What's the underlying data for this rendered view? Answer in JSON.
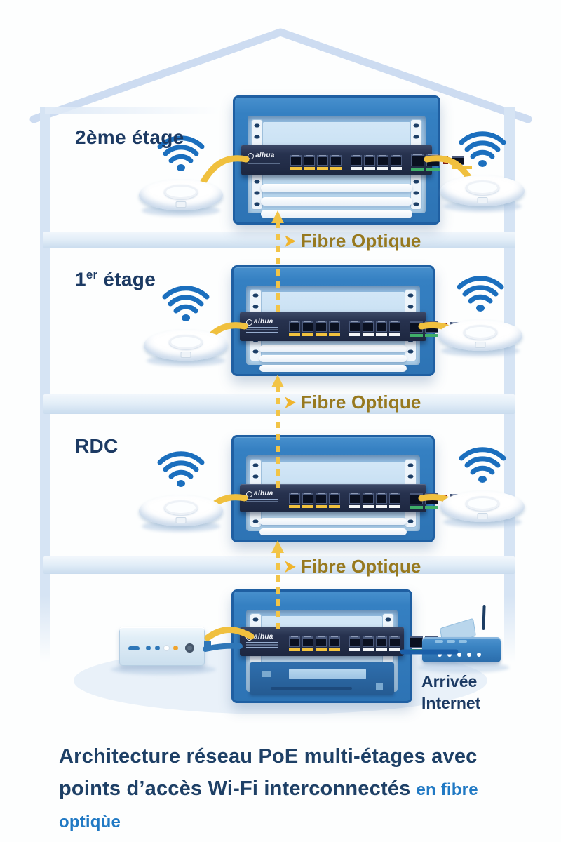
{
  "floors": [
    {
      "id": "floor-2",
      "label": "2ème étage"
    },
    {
      "id": "floor-1",
      "label_num": "1",
      "label_sup": "er",
      "label_rest": " étage"
    },
    {
      "id": "rdc",
      "label": "RDC"
    }
  ],
  "fibre": {
    "label": "Fibre Optique"
  },
  "internet": {
    "label": "Arrivée Internet"
  },
  "switch": {
    "brand": "alhua"
  },
  "caption": {
    "line1": "Architecture réseau PoE multi-étages avec",
    "line2_main": "points d’accès Wi-Fi interconnectés",
    "line2_accent": "en fibre optiqùe"
  },
  "icons": {
    "fibre_arrow": "➤"
  },
  "colors": {
    "house_outline": "#cddcf1",
    "rack_blue": "#2d73b4",
    "switch_navy": "#1d2740",
    "cable_yellow": "#f0c03e",
    "fibre_text": "#97791f",
    "wifi_blue": "#1b6fbe",
    "navy_text": "#1c3a63",
    "accent_blue": "#2079c4"
  }
}
